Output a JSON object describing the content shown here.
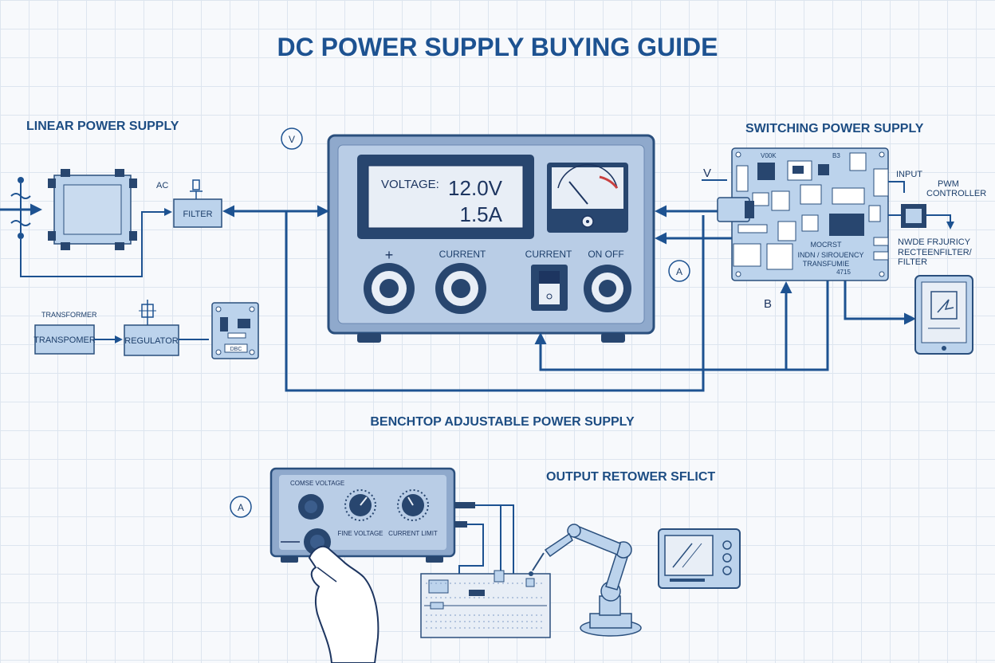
{
  "title": "DC POWER SUPPLY BUYING GUIDE",
  "sections": {
    "linear": "LINEAR POWER SUPPLY",
    "switching": "SWITCHING POWER SUPPLY",
    "benchtop": "BENCHTOP ADJUSTABLE POWER SUPPLY",
    "output": "OUTPUT RETOWER SFLICT"
  },
  "linear_labels": {
    "ac": "AC",
    "filter": "FILTER",
    "transformer_top": "TRANSFORMER",
    "transformer": "TRANSPOMER",
    "regulator": "REGULATOR",
    "board_code": "DBC"
  },
  "main_unit": {
    "voltage_label": "VOLTAGE:",
    "voltage_value": "12.0V",
    "current_value": "1.5A",
    "plus_label": "+",
    "current_knob_label": "CURRENT",
    "current_switch_label": "CURRENT",
    "onoff_label": "ON OFF"
  },
  "circle_markers": {
    "v": "V",
    "a": "A",
    "a_bottom": "A"
  },
  "switching_labels": {
    "v": "V",
    "b": "B",
    "input": "INPUT",
    "pwm": "PWM",
    "controller": "CONTROLLER",
    "hf_line1": "NWDE FRJURICY",
    "hf_line2": "RECTEENFILTER/",
    "hf_line3": "FILTER",
    "board_top": "V00K",
    "board_b3": "B3",
    "board_mosfet": "MOCRST",
    "board_freq": "INDN / SIROUENCY",
    "board_transf": "TRANSFUMIE",
    "board_code": "4715"
  },
  "bench_unit": {
    "coarse": "COMSE VOLTAGE",
    "fine": "FINE VOLTAGE",
    "current_limit": "CURRENT LIMIT"
  },
  "colors": {
    "primary": "#1d5291",
    "panel": "#7f9cc5",
    "panel_dark": "#28466f",
    "fill_light": "#bcd3ec",
    "grid": "#dde5ef"
  }
}
